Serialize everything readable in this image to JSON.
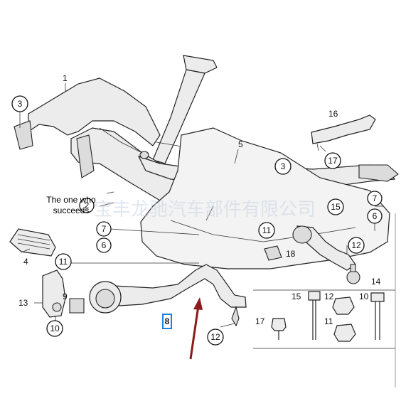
{
  "watermark": "宝丰龙驰汽车部件有限公司",
  "annotation_text": "The one who succeeds",
  "annotation_lines": [
    "The one who",
    "succeeds"
  ],
  "selected_part": "8",
  "arrow_color": "#8b1a1a",
  "selection_color": "#1e7fe0",
  "callouts": [
    {
      "id": "c3a",
      "label": "3"
    },
    {
      "id": "c3b",
      "label": "3"
    },
    {
      "id": "c2",
      "label": "2"
    },
    {
      "id": "c7a",
      "label": "7"
    },
    {
      "id": "c6a",
      "label": "6"
    },
    {
      "id": "c11a",
      "label": "11"
    },
    {
      "id": "c11b",
      "label": "11"
    },
    {
      "id": "c15",
      "label": "15"
    },
    {
      "id": "c7b",
      "label": "7"
    },
    {
      "id": "c6b",
      "label": "6"
    },
    {
      "id": "c17a",
      "label": "17"
    },
    {
      "id": "c12a",
      "label": "12"
    },
    {
      "id": "c12b",
      "label": "12"
    },
    {
      "id": "c10",
      "label": "10"
    }
  ],
  "plain_labels": [
    {
      "id": "p1",
      "label": "1"
    },
    {
      "id": "p5",
      "label": "5"
    },
    {
      "id": "p16",
      "label": "16"
    },
    {
      "id": "p4",
      "label": "4"
    },
    {
      "id": "p18",
      "label": "18"
    },
    {
      "id": "p14",
      "label": "14"
    },
    {
      "id": "p13",
      "label": "13"
    },
    {
      "id": "p9",
      "label": "9"
    },
    {
      "id": "p15",
      "label": "15"
    },
    {
      "id": "p12",
      "label": "12"
    },
    {
      "id": "p10",
      "label": "10"
    },
    {
      "id": "p17",
      "label": "17"
    },
    {
      "id": "p11",
      "label": "11"
    }
  ]
}
